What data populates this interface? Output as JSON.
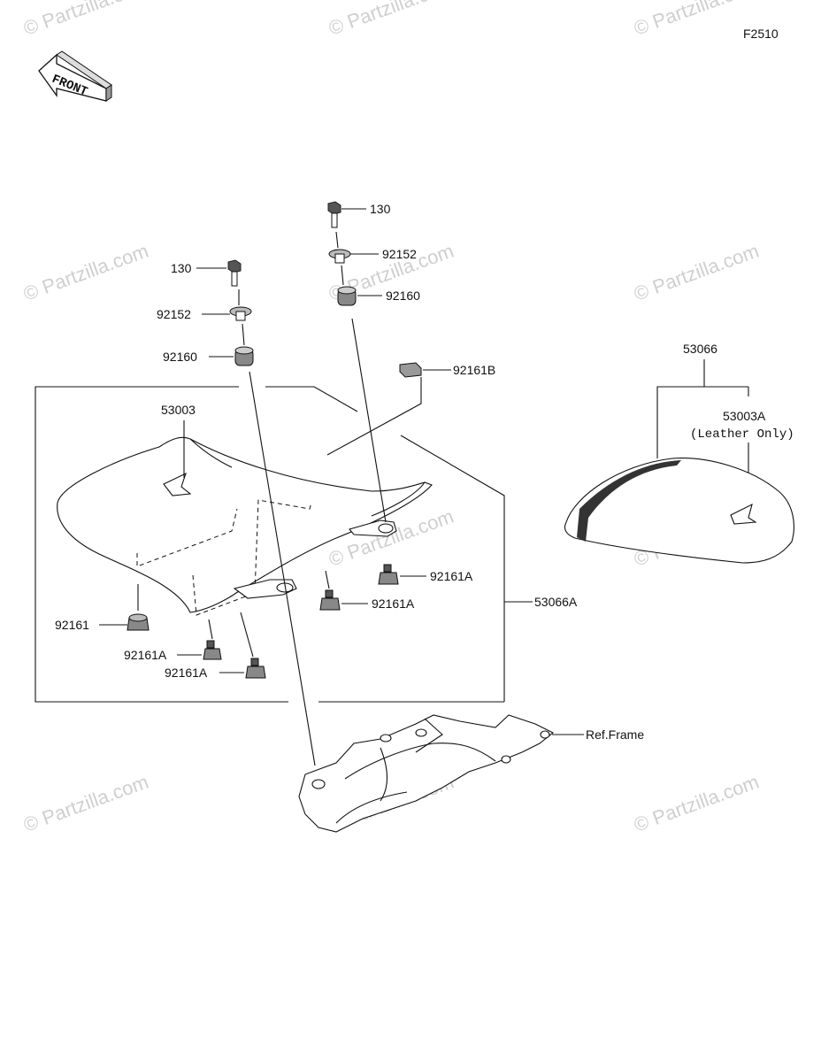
{
  "figure_code": "F2510",
  "front_arrow": {
    "label": "FRONT",
    "icon": "front-arrow-icon"
  },
  "watermark": "© Partzilla.com",
  "parts": {
    "bolt_left": "130",
    "bolt_right": "130",
    "collar_left": "92152",
    "collar_right": "92152",
    "damper_left": "92160",
    "damper_right": "92160",
    "rubber_b": "92161B",
    "seat_cover": "53003",
    "seat_cover_a": "53003A",
    "leather_only": "(Leather Only)",
    "seat_assy": "53066",
    "seat_assy_a": "53066A",
    "damper_92161": "92161",
    "damper_a1": "92161A",
    "damper_a2": "92161A",
    "damper_a3": "92161A",
    "damper_a4": "92161A",
    "ref_frame": "Ref.Frame"
  }
}
